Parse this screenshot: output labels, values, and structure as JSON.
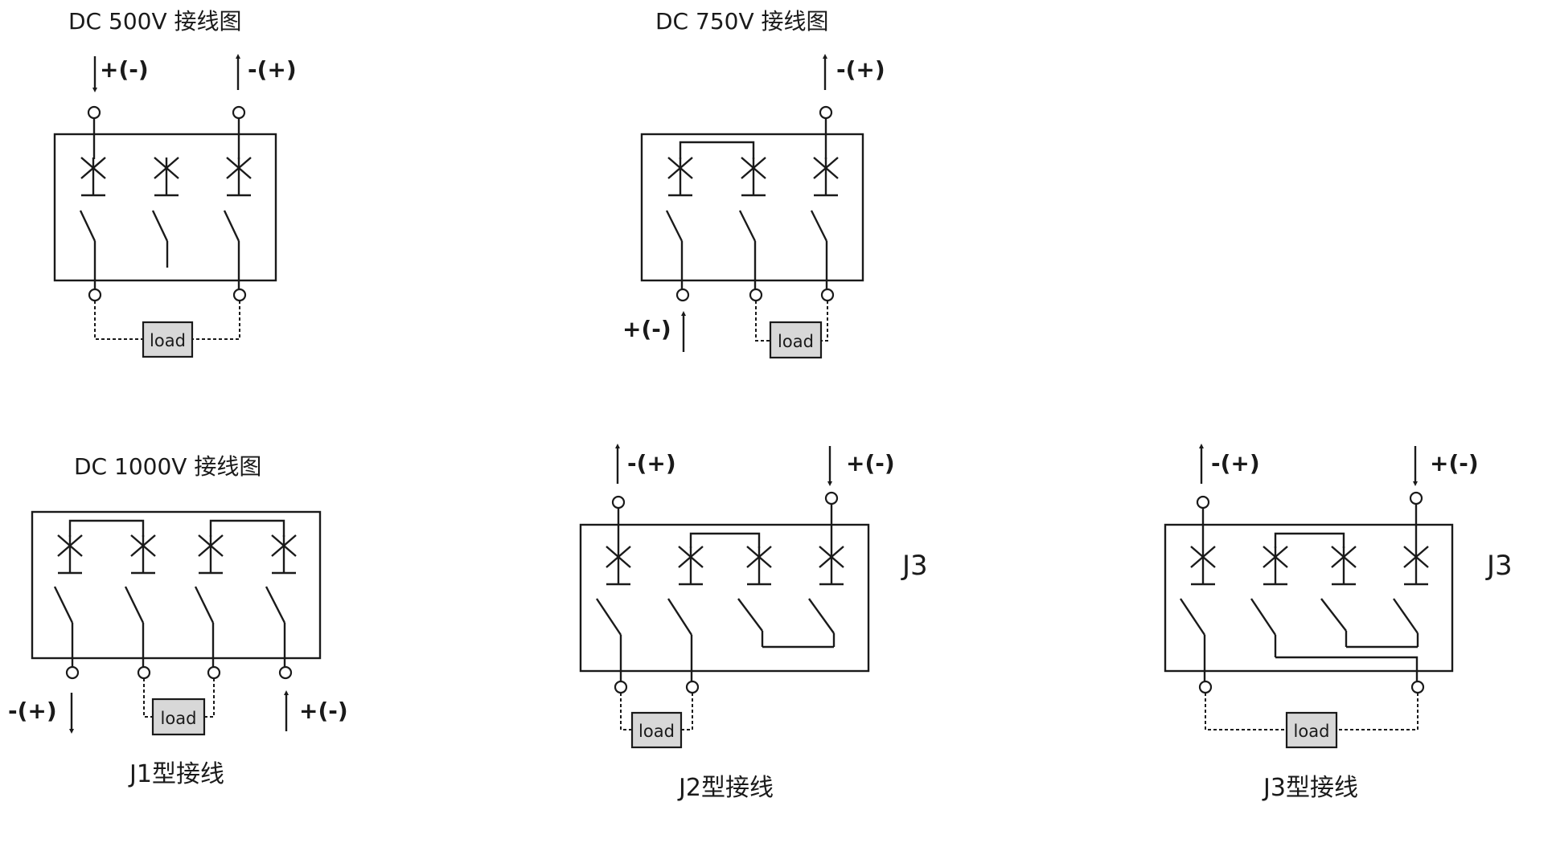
{
  "diagrams": [
    {
      "title": "DC 500V 接线图",
      "terminal_top_labels": [
        "+(-)",
        "-(+)"
      ],
      "load_label": "load"
    },
    {
      "title": "DC 750V 接线图",
      "terminal_top_labels": [
        "-(+)"
      ],
      "terminal_bottom_labels": [
        "+(-)"
      ],
      "load_label": "load"
    },
    {
      "title": "DC 1000V 接线图",
      "terminal_bottom_labels": [
        "-(+)",
        "+(-)"
      ],
      "load_label": "load",
      "caption": "J1型接线"
    },
    {
      "terminal_top_labels": [
        "-(+)",
        "+(-)"
      ],
      "code": "J3",
      "load_label": "load",
      "caption": "J2型接线"
    },
    {
      "terminal_top_labels": [
        "-(+)",
        "+(-)"
      ],
      "code": "J3",
      "load_label": "load",
      "caption": "J3型接线"
    }
  ]
}
